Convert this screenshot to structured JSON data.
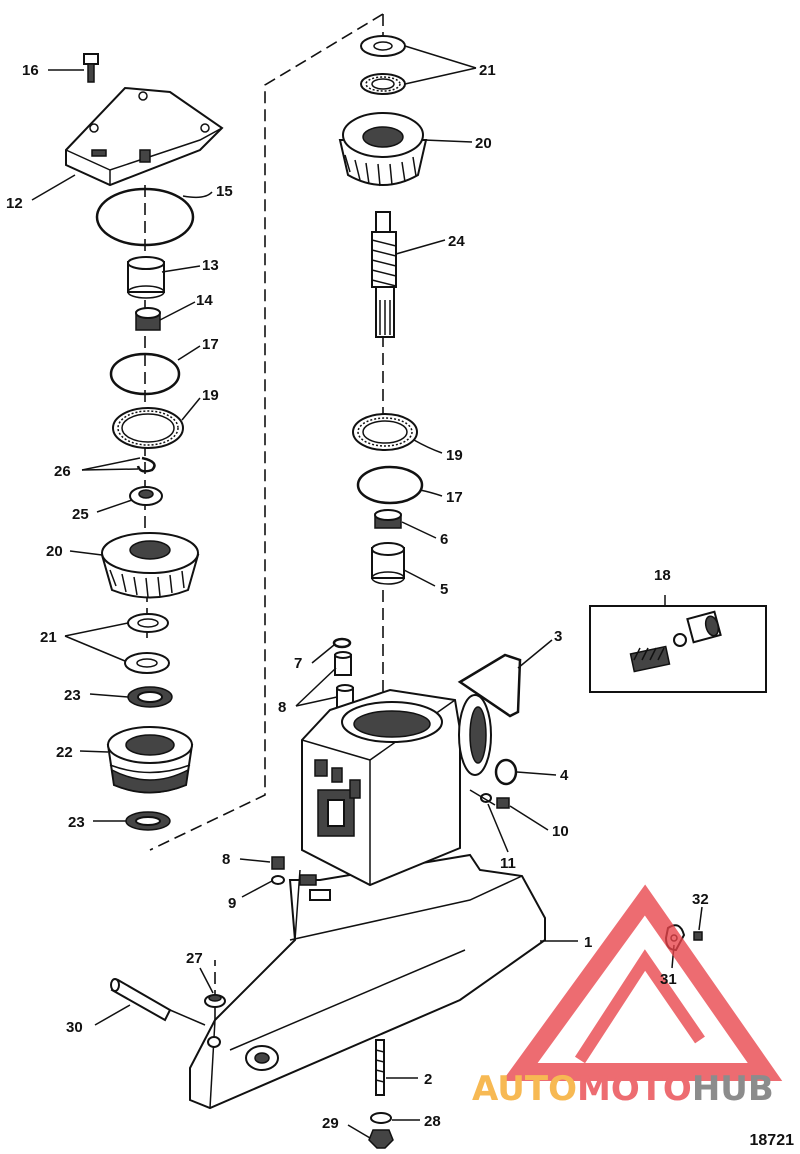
{
  "labels": {
    "l16": "16",
    "l12": "12",
    "l15": "15",
    "l13": "13",
    "l14": "14",
    "l17a": "17",
    "l19a": "19",
    "l26": "26",
    "l25": "25",
    "l20a": "20",
    "l21a": "21",
    "l23a": "23",
    "l22": "22",
    "l23b": "23",
    "l21b": "21",
    "l20b": "20",
    "l24": "24",
    "l19b": "19",
    "l17b": "17",
    "l6": "6",
    "l5": "5",
    "l18": "18",
    "l3": "3",
    "l7": "7",
    "l8a": "8",
    "l4": "4",
    "l10": "10",
    "l11": "11",
    "l8b": "8",
    "l9": "9",
    "l32": "32",
    "l1": "1",
    "l31": "31",
    "l27": "27",
    "l30": "30",
    "l2": "2",
    "l29": "29",
    "l28": "28"
  },
  "watermark": {
    "part1": "AUTO",
    "part2": "MOTO",
    "part3": "HUB"
  },
  "reference_number": "18721",
  "colors": {
    "line": "#111111",
    "watermark_red": "#e8434a",
    "watermark_orange": "#f5a623",
    "watermark_gray": "#6d6d6d"
  }
}
